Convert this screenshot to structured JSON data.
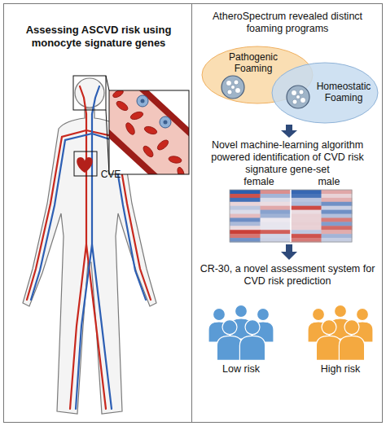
{
  "diagram": {
    "nodes": [
      {
        "text": [
          "Assessing ASCVD risk using monocyte signature genes"
        ]
      },
      {
        "text": [
          "AtheroSpectrum revealed distinct foaming programs",
          "Novel machine-learning algorithm powered identification of CVD risk signature gene-set",
          "CR-30, a novel assessment system for CVD risk prediction"
        ]
      },
      {
        "text": [
          "Pathogenic Foaming"
        ],
        "in": 1
      },
      {
        "text": [
          "Homeostatic Foaming"
        ],
        "in": 1
      }
    ],
    "labels": [
      "CVE",
      "female",
      "male",
      "Low risk",
      "High risk"
    ]
  }
}
